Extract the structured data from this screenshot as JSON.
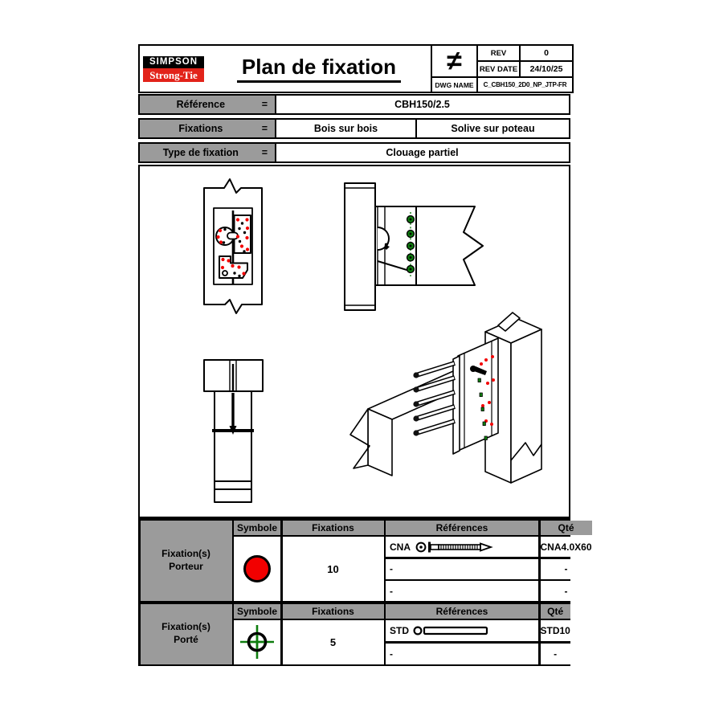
{
  "logo": {
    "top": "SIMPSON",
    "bottom": "Strong-Tie"
  },
  "title": "Plan de fixation",
  "projection": {
    "symbol": "≠"
  },
  "rev": {
    "rev_label": "REV",
    "rev_value": "0",
    "date_label": "REV DATE",
    "date_value": "24/10/25",
    "dwg_label": "DWG NAME",
    "dwg_value": "C_CBH150_2D0_NP_JTP-FR"
  },
  "info": {
    "eq": "=",
    "reference": {
      "label": "Référence",
      "value": "CBH150/2.5"
    },
    "fixations": {
      "label": "Fixations",
      "value1": "Bois sur bois",
      "value2": "Solive sur poteau"
    },
    "type": {
      "label": "Type de fixation",
      "value": "Clouage partiel"
    }
  },
  "tables": {
    "headers": [
      "Symbole",
      "Fixations",
      "Références",
      "Qté"
    ],
    "porteur": {
      "group_line1": "Fixation(s)",
      "group_line2": "Porteur",
      "symbol_icon": "red-filled-circle",
      "rows": [
        {
          "fix": "CNA",
          "ref": "CNA4.0X60"
        },
        {
          "fix": "-",
          "ref": "-"
        },
        {
          "fix": "-",
          "ref": "-"
        }
      ],
      "qty": "10"
    },
    "porte": {
      "group_line1": "Fixation(s)",
      "group_line2": "Porté",
      "symbol_icon": "green-crosshair-circle",
      "rows": [
        {
          "fix": "STD",
          "ref": "STD10"
        },
        {
          "fix": "-",
          "ref": "-"
        }
      ],
      "qty": "5"
    }
  },
  "icons": {
    "projection": "not-equal-first-angle-symbol",
    "porteur_symbol": "red-filled-circle",
    "porte_symbol": "green-crosshair-circle",
    "cna_nail": "ring-shank-nail-side-view",
    "std_pin": "smooth-dowel-side-view"
  },
  "colors": {
    "logo_red": "#e2231a",
    "cell_gray": "#9b9b9b",
    "marker_red": "#f20000",
    "marker_green": "#0e7d0e"
  }
}
